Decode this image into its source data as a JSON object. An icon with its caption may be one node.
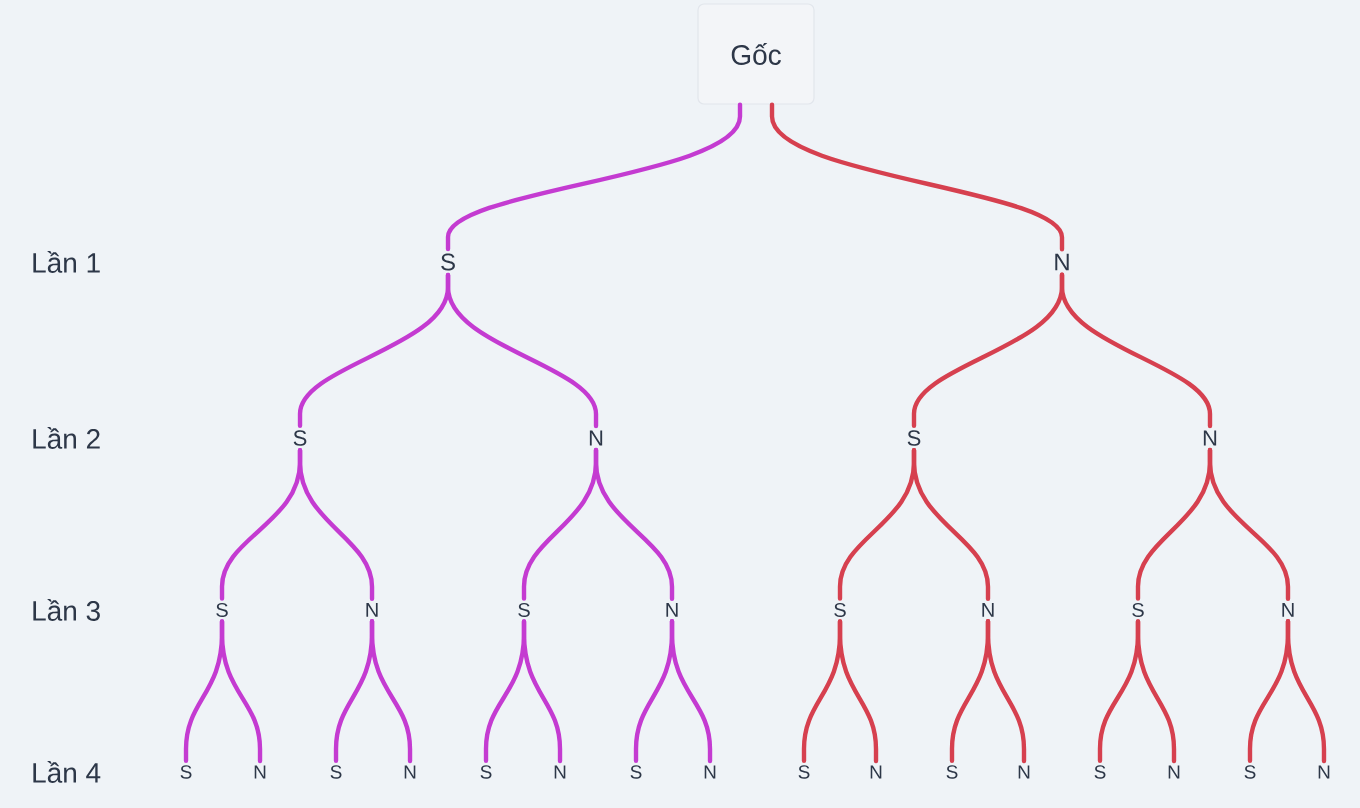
{
  "diagram": {
    "nodes": [
      {
        "text": [
          "Gốc"
        ]
      },
      {
        "text": [
          "S"
        ]
      },
      {
        "text": [
          "N"
        ]
      },
      {
        "text": [
          "S"
        ]
      },
      {
        "text": [
          "N"
        ]
      },
      {
        "text": [
          "S"
        ]
      },
      {
        "text": [
          "N"
        ]
      },
      {
        "text": [
          "S"
        ]
      },
      {
        "text": [
          "N"
        ]
      },
      {
        "text": [
          "S"
        ]
      },
      {
        "text": [
          "N"
        ]
      },
      {
        "text": [
          "S"
        ]
      },
      {
        "text": [
          "N"
        ]
      },
      {
        "text": [
          "S"
        ]
      },
      {
        "text": [
          "N"
        ]
      },
      {
        "text": [
          "S"
        ]
      },
      {
        "text": [
          "N"
        ]
      },
      {
        "text": [
          "S"
        ]
      },
      {
        "text": [
          "N"
        ]
      },
      {
        "text": [
          "S"
        ]
      },
      {
        "text": [
          "N"
        ]
      },
      {
        "text": [
          "S"
        ]
      },
      {
        "text": [
          "N"
        ]
      },
      {
        "text": [
          "S"
        ]
      },
      {
        "text": [
          "N"
        ]
      },
      {
        "text": [
          "S"
        ]
      },
      {
        "text": [
          "N"
        ]
      },
      {
        "text": [
          "S"
        ]
      },
      {
        "text": [
          "N"
        ]
      },
      {
        "text": [
          "S"
        ]
      },
      {
        "text": [
          "N"
        ]
      }
    ],
    "edges": [
      {
        "from": 0,
        "to": 1,
        "arrow": "none",
        "color": "#c43bd1"
      },
      {
        "from": 0,
        "to": 2,
        "arrow": "none",
        "color": "#d6404f"
      },
      {
        "from": 1,
        "to": 3,
        "arrow": "none",
        "color": "#c43bd1"
      },
      {
        "from": 1,
        "to": 4,
        "arrow": "none",
        "color": "#c43bd1"
      },
      {
        "from": 2,
        "to": 5,
        "arrow": "none",
        "color": "#d6404f"
      },
      {
        "from": 2,
        "to": 6,
        "arrow": "none",
        "color": "#d6404f"
      },
      {
        "from": 3,
        "to": 7,
        "arrow": "none",
        "color": "#c43bd1"
      },
      {
        "from": 3,
        "to": 8,
        "arrow": "none",
        "color": "#c43bd1"
      },
      {
        "from": 4,
        "to": 9,
        "arrow": "none",
        "color": "#c43bd1"
      },
      {
        "from": 4,
        "to": 10,
        "arrow": "none",
        "color": "#c43bd1"
      },
      {
        "from": 5,
        "to": 11,
        "arrow": "none",
        "color": "#d6404f"
      },
      {
        "from": 5,
        "to": 12,
        "arrow": "none",
        "color": "#d6404f"
      },
      {
        "from": 6,
        "to": 13,
        "arrow": "none",
        "color": "#d6404f"
      },
      {
        "from": 6,
        "to": 14,
        "arrow": "none",
        "color": "#d6404f"
      },
      {
        "from": 7,
        "to": 15,
        "arrow": "none",
        "color": "#c43bd1"
      },
      {
        "from": 7,
        "to": 16,
        "arrow": "none",
        "color": "#c43bd1"
      },
      {
        "from": 8,
        "to": 17,
        "arrow": "none",
        "color": "#c43bd1"
      },
      {
        "from": 8,
        "to": 18,
        "arrow": "none",
        "color": "#c43bd1"
      },
      {
        "from": 9,
        "to": 19,
        "arrow": "none",
        "color": "#c43bd1"
      },
      {
        "from": 9,
        "to": 20,
        "arrow": "none",
        "color": "#c43bd1"
      },
      {
        "from": 10,
        "to": 21,
        "arrow": "none",
        "color": "#c43bd1"
      },
      {
        "from": 10,
        "to": 22,
        "arrow": "none",
        "color": "#c43bd1"
      },
      {
        "from": 11,
        "to": 23,
        "arrow": "none",
        "color": "#d6404f"
      },
      {
        "from": 11,
        "to": 24,
        "arrow": "none",
        "color": "#d6404f"
      },
      {
        "from": 12,
        "to": 25,
        "arrow": "none",
        "color": "#d6404f"
      },
      {
        "from": 12,
        "to": 26,
        "arrow": "none",
        "color": "#d6404f"
      },
      {
        "from": 13,
        "to": 27,
        "arrow": "none",
        "color": "#d6404f"
      },
      {
        "from": 13,
        "to": 28,
        "arrow": "none",
        "color": "#d6404f"
      },
      {
        "from": 14,
        "to": 29,
        "arrow": "none",
        "color": "#d6404f"
      },
      {
        "from": 14,
        "to": 30,
        "arrow": "none",
        "color": "#d6404f"
      }
    ],
    "labels": [
      "Lần 1",
      "Lần 2",
      "Lần 3",
      "Lần 4"
    ]
  }
}
